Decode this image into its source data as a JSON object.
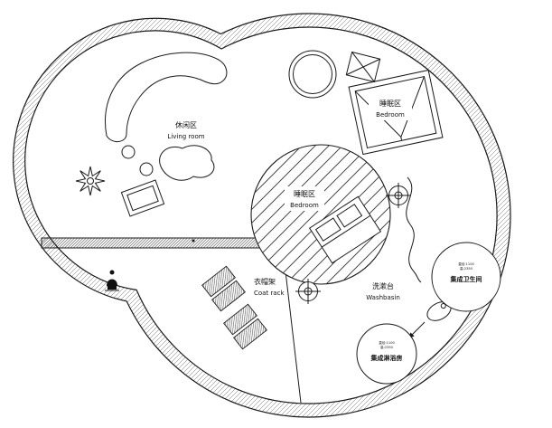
{
  "plan": {
    "background": "#ffffff",
    "line_color": "#1a1a1a",
    "areas": {
      "living": {
        "zh": "休闲区",
        "en": "Living room"
      },
      "bedroom_right": {
        "zh": "睡眠区",
        "en": "Bedroom"
      },
      "bedroom_center": {
        "zh": "睡眠区",
        "en": "Bedroom"
      },
      "coat_rack": {
        "zh": "衣帽架",
        "en": "Coat rack"
      },
      "washbasin": {
        "zh": "洗漱台",
        "en": "Washbasin"
      },
      "bathroom_pod": {
        "name": "集成卫生间",
        "spec1": "直径:1100",
        "spec2": "高:2350"
      },
      "shower_pod": {
        "name": "集成淋浴房",
        "spec1": "直径:1100",
        "spec2": "高:2350"
      }
    }
  }
}
